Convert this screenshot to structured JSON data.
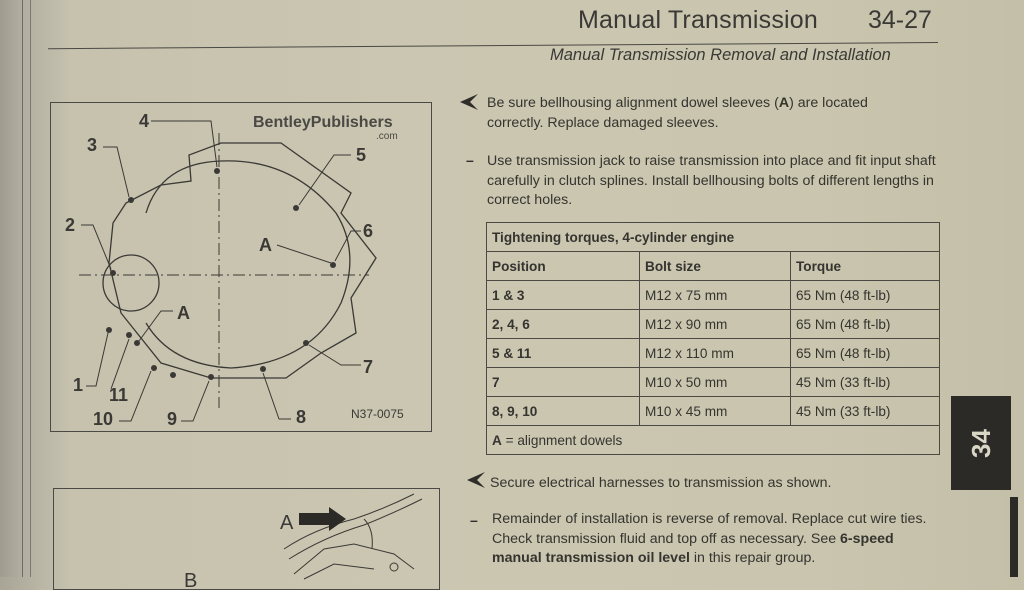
{
  "header": {
    "title": "Manual Transmission",
    "page_number": "34-27",
    "subtitle": "Manual Transmission Removal and Installation"
  },
  "section_tab": "34",
  "figure1": {
    "watermark": "BentleyPublishers",
    "watermark_domain": ".com",
    "figure_id": "N37-0075",
    "callouts": [
      "1",
      "2",
      "3",
      "4",
      "5",
      "6",
      "7",
      "8",
      "9",
      "10",
      "11",
      "A",
      "A"
    ]
  },
  "figure2": {
    "callouts": [
      "A",
      "B"
    ]
  },
  "instructions": [
    {
      "type": "arrow",
      "text_before": "Be sure bellhousing alignment dowel sleeves (",
      "bold": "A",
      "text_after": ") are located correctly. Replace damaged sleeves."
    },
    {
      "type": "dash",
      "text": "Use transmission jack to raise transmission into place and fit input shaft carefully in clutch splines. Install bellhousing bolts of different lengths in correct holes."
    },
    {
      "type": "arrow",
      "text": "Secure electrical harnesses to transmission as shown."
    },
    {
      "type": "dash",
      "text_before": "Remainder of installation is reverse of removal. Replace cut wire ties. Check transmission fluid and top off as necessary. See ",
      "bold": "6-speed manual transmission oil level",
      "text_after": " in this repair group."
    }
  ],
  "torque_table": {
    "caption": "Tightening torques, 4-cylinder engine",
    "columns": [
      "Position",
      "Bolt size",
      "Torque"
    ],
    "rows": [
      {
        "position": "1 & 3",
        "bolt": "M12 x 75 mm",
        "torque": "65 Nm (48 ft-lb)"
      },
      {
        "position": "2, 4, 6",
        "bolt": "M12 x 90 mm",
        "torque": "65 Nm (48 ft-lb)"
      },
      {
        "position": "5 & 11",
        "bolt": "M12 x 110 mm",
        "torque": "65 Nm (48 ft-lb)"
      },
      {
        "position": "7",
        "bolt": "M10 x 50 mm",
        "torque": "45 Nm (33 ft-lb)"
      },
      {
        "position": "8, 9, 10",
        "bolt": "M10 x 45 mm",
        "torque": "45 Nm (33 ft-lb)"
      }
    ],
    "footnote_bold": "A",
    "footnote_text": " = alignment dowels"
  }
}
